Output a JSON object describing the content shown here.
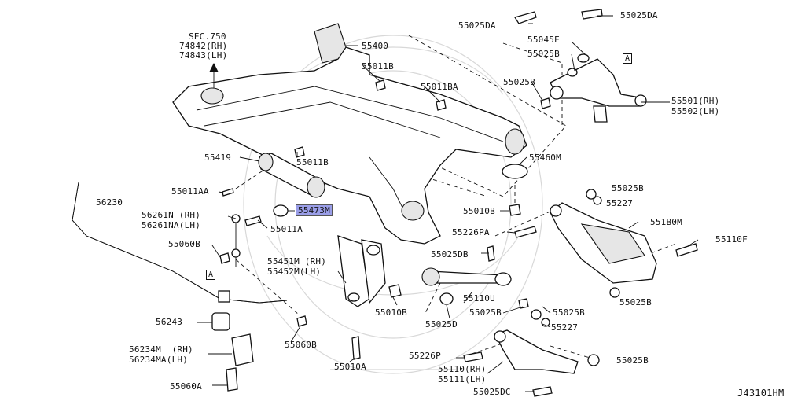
{
  "diagram": {
    "code": "J43101HM",
    "section_ref": [
      "SEC.750",
      "74842(RH)",
      "74843(LH)"
    ],
    "labels": {
      "p55025DA_a": "55025DA",
      "p55025DA_b": "55025DA",
      "p55400": "55400",
      "p55045E": "55045E",
      "p55025B_top": "55025B",
      "p55011B_a": "55011B",
      "p55011BA": "55011BA",
      "p55025B_b": "55025B",
      "p55501": "55501(RH)",
      "p55502": "55502(LH)",
      "p55419": "55419",
      "p55011B_b": "55011B",
      "p55460M": "55460M",
      "p55011AA": "55011AA",
      "p56230": "56230",
      "p55473M": "55473M",
      "p55025B_c": "55025B",
      "p55227_a": "55227",
      "p55010B_a": "55010B",
      "p56261N": "56261N (RH)",
      "p56261NA": "56261NA(LH)",
      "p55011A": "55011A",
      "p551B0M": "551B0M",
      "p55226PA": "55226PA",
      "p55110F": "55110F",
      "p55060B_a": "55060B",
      "p55025DB": "55025DB",
      "p55451M": "55451M (RH)",
      "p55452M": "55452M(LH)",
      "p55025B_d": "55025B",
      "p55110U": "55110U",
      "p55010B_b": "55010B",
      "p55025B_e": "55025B",
      "p55025B_f": "55025B",
      "p56243": "56243",
      "p55025D": "55025D",
      "p55227_b": "55227",
      "p55060B_b": "55060B",
      "p56234M": "56234M  (RH)",
      "p56234MA": "56234MA(LH)",
      "p55226P": "55226P",
      "p55025B_g": "55025B",
      "p55010A": "55010A",
      "p55110RH": "55110(RH)",
      "p55111LH": "55111(LH)",
      "p55060A": "55060A",
      "p55025DC": "55025DC",
      "markA_1": "A",
      "markA_2": "A"
    },
    "highlight_color": "#9a9ee8"
  }
}
